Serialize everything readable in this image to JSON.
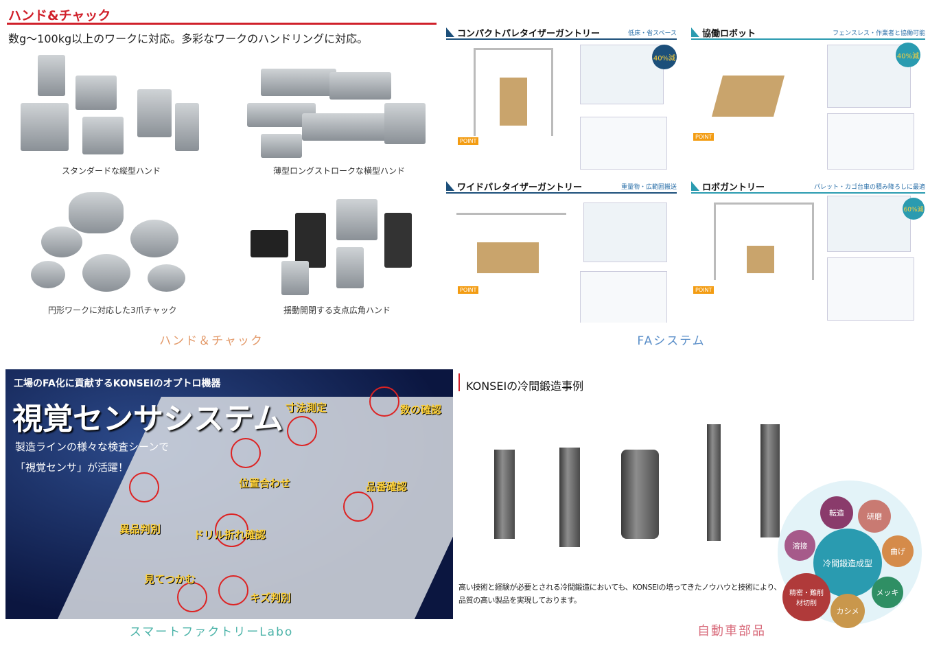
{
  "hand_chuck": {
    "heading": "ハンド&チャック",
    "description": "数g〜100kg以上のワークに対応。多彩なワークのハンドリングに対応。",
    "products": [
      {
        "label": "スタンダードな縦型ハンド"
      },
      {
        "label": "薄型ロングストロークな横型ハンド"
      },
      {
        "label": "円形ワークに対応した3爪チャック"
      },
      {
        "label": "揺動開閉する支点広角ハンド"
      }
    ],
    "caption": "ハンド＆チャック"
  },
  "fa_system": {
    "sections": [
      {
        "title": "コンパクトパレタイザーガントリー",
        "subtitle": "低床・省スペース",
        "badge": "40%減",
        "point": "POINT"
      },
      {
        "title": "協働ロボット",
        "subtitle": "フェンスレス・作業者と協働可能",
        "badge": "40%減",
        "point": "POINT"
      },
      {
        "title": "ワイドパレタイザーガントリー",
        "subtitle": "重量物・広範囲搬送",
        "point": "POINT"
      },
      {
        "title": "ロボガントリー",
        "subtitle": "パレット・カゴ台車の積み降ろしに最適",
        "badge": "60%減",
        "point": "POINT"
      }
    ],
    "caption": "FAシステム"
  },
  "smart_factory": {
    "banner_top": "工場のFA化に貢献するKONSEIのオプトロ機器",
    "banner_title": "視覚センサシステム",
    "banner_sub1": "製造ラインの様々な検査シーンで",
    "banner_sub2": "「視覚センサ」が活躍！",
    "labels": [
      "寸法測定",
      "数の確認",
      "位置合わせ",
      "品番確認",
      "異品判別",
      "ドリル折れ確認",
      "見てつかむ",
      "キズ判別"
    ],
    "caption": "スマートファクトリーLabo"
  },
  "automotive": {
    "heading": "KONSEIの冷間鍛造事例",
    "description_line1": "高い技術と経験が必要とされる冷間鍛造においても、KONSEIの培ってきたノウハウと技術により、",
    "description_line2": "品質の高い製品を実現しております。",
    "diagram_center": "冷間鍛造成型",
    "diagram_items": [
      "転造",
      "研磨",
      "曲げ",
      "メッキ",
      "カシメ",
      "精密・難削材切削",
      "溶接"
    ],
    "caption": "自動車部品"
  },
  "colors": {
    "red": "#d0202a",
    "navy": "#1c4f7a",
    "teal": "#2a9bb0"
  }
}
